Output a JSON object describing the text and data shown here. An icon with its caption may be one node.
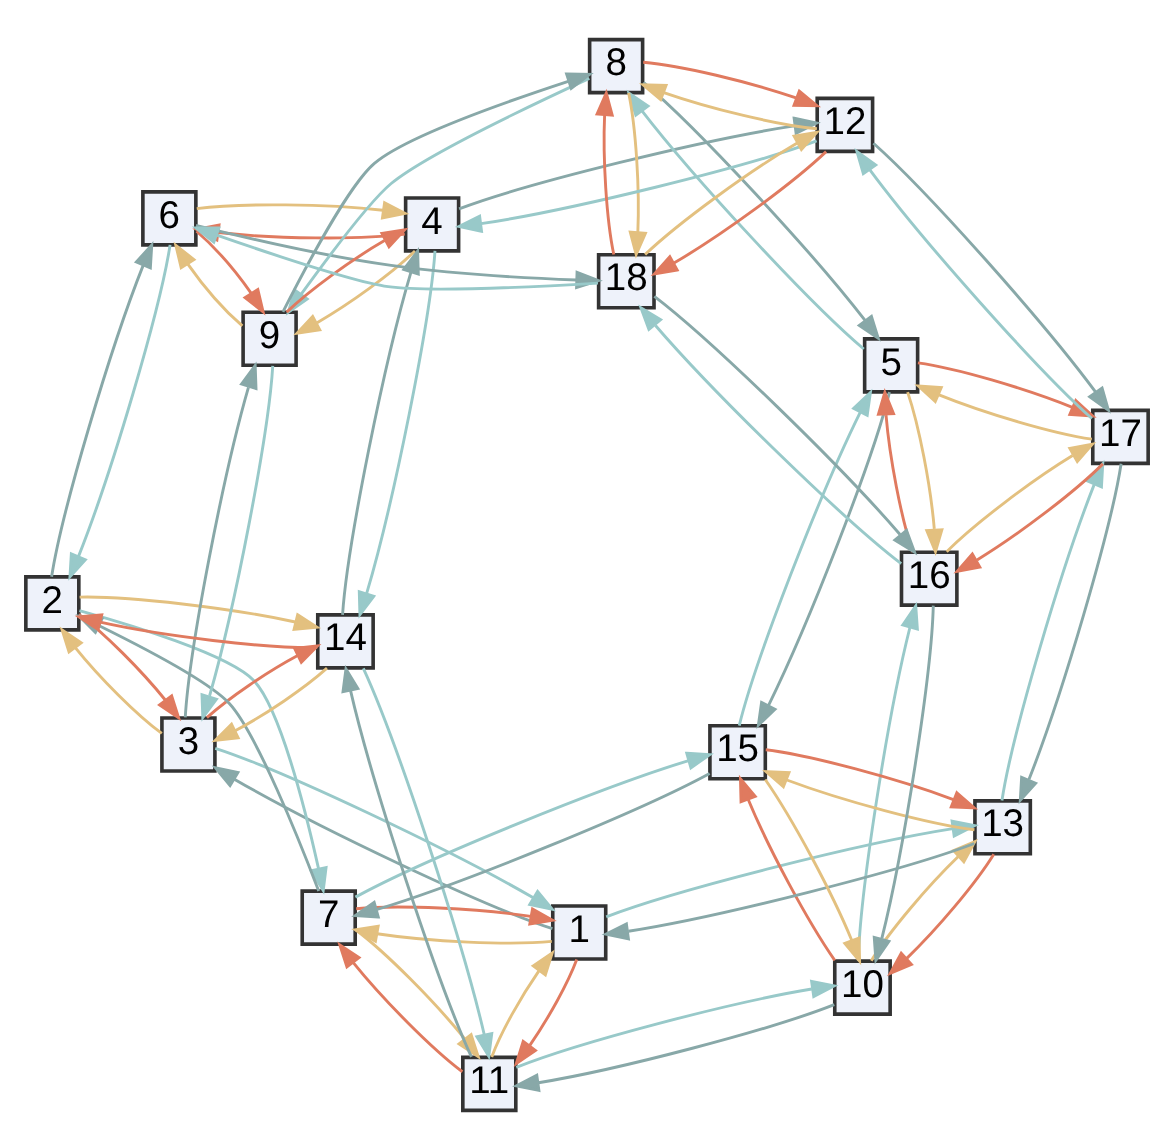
{
  "diagram": {
    "nodes": [
      {
        "text": [
          "1"
        ]
      },
      {
        "text": [
          "2"
        ]
      },
      {
        "text": [
          "3"
        ]
      },
      {
        "text": [
          "4"
        ]
      },
      {
        "text": [
          "5"
        ]
      },
      {
        "text": [
          "6"
        ]
      },
      {
        "text": [
          "7"
        ]
      },
      {
        "text": [
          "8"
        ]
      },
      {
        "text": [
          "9"
        ]
      },
      {
        "text": [
          "10"
        ]
      },
      {
        "text": [
          "11"
        ]
      },
      {
        "text": [
          "12"
        ]
      },
      {
        "text": [
          "13"
        ]
      },
      {
        "text": [
          "14"
        ]
      },
      {
        "text": [
          "15"
        ]
      },
      {
        "text": [
          "16"
        ]
      },
      {
        "text": [
          "17"
        ]
      },
      {
        "text": [
          "18"
        ]
      }
    ],
    "edges": [
      {
        "from": 13,
        "to": 1,
        "arrow": "to",
        "color": "#e07a5f"
      },
      {
        "from": 1,
        "to": 2,
        "arrow": "to",
        "color": "#e07a5f"
      },
      {
        "from": 2,
        "to": 13,
        "arrow": "to",
        "color": "#e07a5f"
      },
      {
        "from": 1,
        "to": 13,
        "arrow": "to",
        "color": "#e3c07f"
      },
      {
        "from": 13,
        "to": 2,
        "arrow": "to",
        "color": "#e3c07f"
      },
      {
        "from": 2,
        "to": 1,
        "arrow": "to",
        "color": "#e3c07f"
      },
      {
        "from": 10,
        "to": 6,
        "arrow": "to",
        "color": "#e07a5f"
      },
      {
        "from": 6,
        "to": 0,
        "arrow": "to",
        "color": "#e07a5f"
      },
      {
        "from": 0,
        "to": 10,
        "arrow": "to",
        "color": "#e07a5f"
      },
      {
        "from": 6,
        "to": 10,
        "arrow": "to",
        "color": "#e3c07f"
      },
      {
        "from": 10,
        "to": 0,
        "arrow": "to",
        "color": "#e3c07f"
      },
      {
        "from": 0,
        "to": 6,
        "arrow": "to",
        "color": "#e3c07f"
      },
      {
        "from": 3,
        "to": 5,
        "arrow": "to",
        "color": "#e07a5f"
      },
      {
        "from": 5,
        "to": 8,
        "arrow": "to",
        "color": "#e07a5f"
      },
      {
        "from": 8,
        "to": 3,
        "arrow": "to",
        "color": "#e07a5f"
      },
      {
        "from": 5,
        "to": 3,
        "arrow": "to",
        "color": "#e3c07f"
      },
      {
        "from": 3,
        "to": 8,
        "arrow": "to",
        "color": "#e3c07f"
      },
      {
        "from": 8,
        "to": 5,
        "arrow": "to",
        "color": "#e3c07f"
      },
      {
        "from": 9,
        "to": 14,
        "arrow": "to",
        "color": "#e07a5f"
      },
      {
        "from": 14,
        "to": 12,
        "arrow": "to",
        "color": "#e07a5f"
      },
      {
        "from": 12,
        "to": 9,
        "arrow": "to",
        "color": "#e07a5f"
      },
      {
        "from": 14,
        "to": 9,
        "arrow": "to",
        "color": "#e3c07f"
      },
      {
        "from": 9,
        "to": 12,
        "arrow": "to",
        "color": "#e3c07f"
      },
      {
        "from": 12,
        "to": 14,
        "arrow": "to",
        "color": "#e3c07f"
      },
      {
        "from": 11,
        "to": 17,
        "arrow": "to",
        "color": "#e07a5f"
      },
      {
        "from": 17,
        "to": 7,
        "arrow": "to",
        "color": "#e07a5f"
      },
      {
        "from": 7,
        "to": 11,
        "arrow": "to",
        "color": "#e07a5f"
      },
      {
        "from": 17,
        "to": 11,
        "arrow": "to",
        "color": "#e3c07f"
      },
      {
        "from": 11,
        "to": 7,
        "arrow": "to",
        "color": "#e3c07f"
      },
      {
        "from": 7,
        "to": 17,
        "arrow": "to",
        "color": "#e3c07f"
      },
      {
        "from": 16,
        "to": 15,
        "arrow": "to",
        "color": "#e07a5f"
      },
      {
        "from": 15,
        "to": 4,
        "arrow": "to",
        "color": "#e07a5f"
      },
      {
        "from": 4,
        "to": 16,
        "arrow": "to",
        "color": "#e07a5f"
      },
      {
        "from": 15,
        "to": 16,
        "arrow": "to",
        "color": "#e3c07f"
      },
      {
        "from": 16,
        "to": 4,
        "arrow": "to",
        "color": "#e3c07f"
      },
      {
        "from": 4,
        "to": 15,
        "arrow": "to",
        "color": "#e3c07f"
      },
      {
        "from": 1,
        "to": 5,
        "arrow": "to",
        "color": "#88a8a8"
      },
      {
        "from": 5,
        "to": 1,
        "arrow": "to",
        "color": "#98c9c9"
      },
      {
        "from": 6,
        "to": 1,
        "arrow": "to",
        "color": "#88a8a8"
      },
      {
        "from": 1,
        "to": 6,
        "arrow": "to",
        "color": "#98c9c9"
      },
      {
        "from": 10,
        "to": 13,
        "arrow": "to",
        "color": "#88a8a8"
      },
      {
        "from": 13,
        "to": 10,
        "arrow": "to",
        "color": "#98c9c9"
      },
      {
        "from": 13,
        "to": 3,
        "arrow": "to",
        "color": "#88a8a8"
      },
      {
        "from": 3,
        "to": 13,
        "arrow": "to",
        "color": "#98c9c9"
      },
      {
        "from": 0,
        "to": 2,
        "arrow": "to",
        "color": "#88a8a8"
      },
      {
        "from": 2,
        "to": 0,
        "arrow": "to",
        "color": "#98c9c9"
      },
      {
        "from": 2,
        "to": 8,
        "arrow": "to",
        "color": "#88a8a8"
      },
      {
        "from": 8,
        "to": 2,
        "arrow": "to",
        "color": "#98c9c9"
      },
      {
        "from": 5,
        "to": 17,
        "arrow": "to",
        "color": "#88a8a8"
      },
      {
        "from": 17,
        "to": 5,
        "arrow": "to",
        "color": "#98c9c9"
      },
      {
        "from": 3,
        "to": 11,
        "arrow": "to",
        "color": "#88a8a8"
      },
      {
        "from": 11,
        "to": 3,
        "arrow": "to",
        "color": "#98c9c9"
      },
      {
        "from": 8,
        "to": 7,
        "arrow": "to",
        "color": "#88a8a8"
      },
      {
        "from": 7,
        "to": 8,
        "arrow": "to",
        "color": "#98c9c9"
      },
      {
        "from": 17,
        "to": 15,
        "arrow": "to",
        "color": "#88a8a8"
      },
      {
        "from": 15,
        "to": 17,
        "arrow": "to",
        "color": "#98c9c9"
      },
      {
        "from": 11,
        "to": 16,
        "arrow": "to",
        "color": "#88a8a8"
      },
      {
        "from": 16,
        "to": 11,
        "arrow": "to",
        "color": "#98c9c9"
      },
      {
        "from": 7,
        "to": 4,
        "arrow": "to",
        "color": "#88a8a8"
      },
      {
        "from": 4,
        "to": 7,
        "arrow": "to",
        "color": "#98c9c9"
      },
      {
        "from": 9,
        "to": 10,
        "arrow": "to",
        "color": "#88a8a8"
      },
      {
        "from": 10,
        "to": 9,
        "arrow": "to",
        "color": "#98c9c9"
      },
      {
        "from": 14,
        "to": 6,
        "arrow": "to",
        "color": "#88a8a8"
      },
      {
        "from": 6,
        "to": 14,
        "arrow": "to",
        "color": "#98c9c9"
      },
      {
        "from": 12,
        "to": 0,
        "arrow": "to",
        "color": "#88a8a8"
      },
      {
        "from": 0,
        "to": 12,
        "arrow": "to",
        "color": "#98c9c9"
      },
      {
        "from": 16,
        "to": 12,
        "arrow": "to",
        "color": "#88a8a8"
      },
      {
        "from": 12,
        "to": 16,
        "arrow": "to",
        "color": "#98c9c9"
      },
      {
        "from": 15,
        "to": 9,
        "arrow": "to",
        "color": "#88a8a8"
      },
      {
        "from": 9,
        "to": 15,
        "arrow": "to",
        "color": "#98c9c9"
      },
      {
        "from": 4,
        "to": 14,
        "arrow": "to",
        "color": "#88a8a8"
      },
      {
        "from": 14,
        "to": 4,
        "arrow": "to",
        "color": "#98c9c9"
      }
    ]
  }
}
